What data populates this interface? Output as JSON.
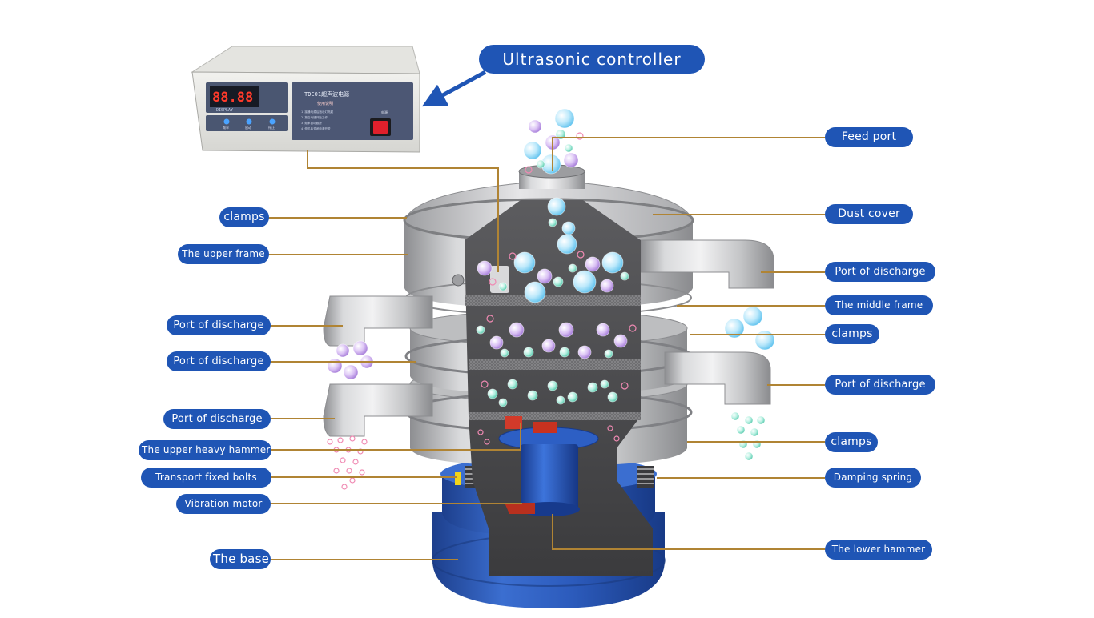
{
  "colors": {
    "label_bg": "#1f55b5",
    "leader_line": "#b08434",
    "arrow": "#1f55b5",
    "base_blue": "#2b58b8",
    "steel": "#c9c9cb",
    "cutaway_dark": "#4a4a4c",
    "bubble_blue": "#9fdcf7",
    "bubble_purple": "#c7a3ea",
    "bubble_mint": "#8fe3cf",
    "bubble_pink": "#f4a6c6"
  },
  "icons": [
    "arrow-pointing-left-icon",
    "power-switch-icon",
    "button-icon"
  ],
  "controller": {
    "label": "Ultrasonic controller",
    "display_caption": "DISPLAY",
    "panel_title": "TDC01超声波电源",
    "panel_subtitle": "使用说明",
    "panel_line_1": "1.接通电源后指示灯亮起",
    "panel_line_2": "2.按启动键开始工作",
    "panel_line_3": "3.频率自动跟踪",
    "panel_line_4": "4.停机后关闭电源开关",
    "switch_caption": "电源",
    "btn_1": "频率",
    "btn_2": "启动",
    "btn_3": "停止"
  },
  "labels": {
    "feed_port": "Feed port",
    "dust_cover": "Dust cover",
    "clamps_top": "clamps",
    "upper_frame": "The upper frame",
    "discharge_right_1": "Port of discharge",
    "middle_frame": "The middle frame",
    "clamps_right_1": "clamps",
    "discharge_left_1": "Port of discharge",
    "discharge_left_2": "Port of discharge",
    "discharge_right_2": "Port of discharge",
    "discharge_left_3": "Port of discharge",
    "clamps_right_2": "clamps",
    "upper_hammer": "The upper heavy hammer",
    "transport_bolts": "Transport fixed bolts",
    "damping_spring": "Damping spring",
    "vibration_motor": "Vibration motor",
    "lower_hammer": "The lower hammer",
    "base": "The base"
  }
}
